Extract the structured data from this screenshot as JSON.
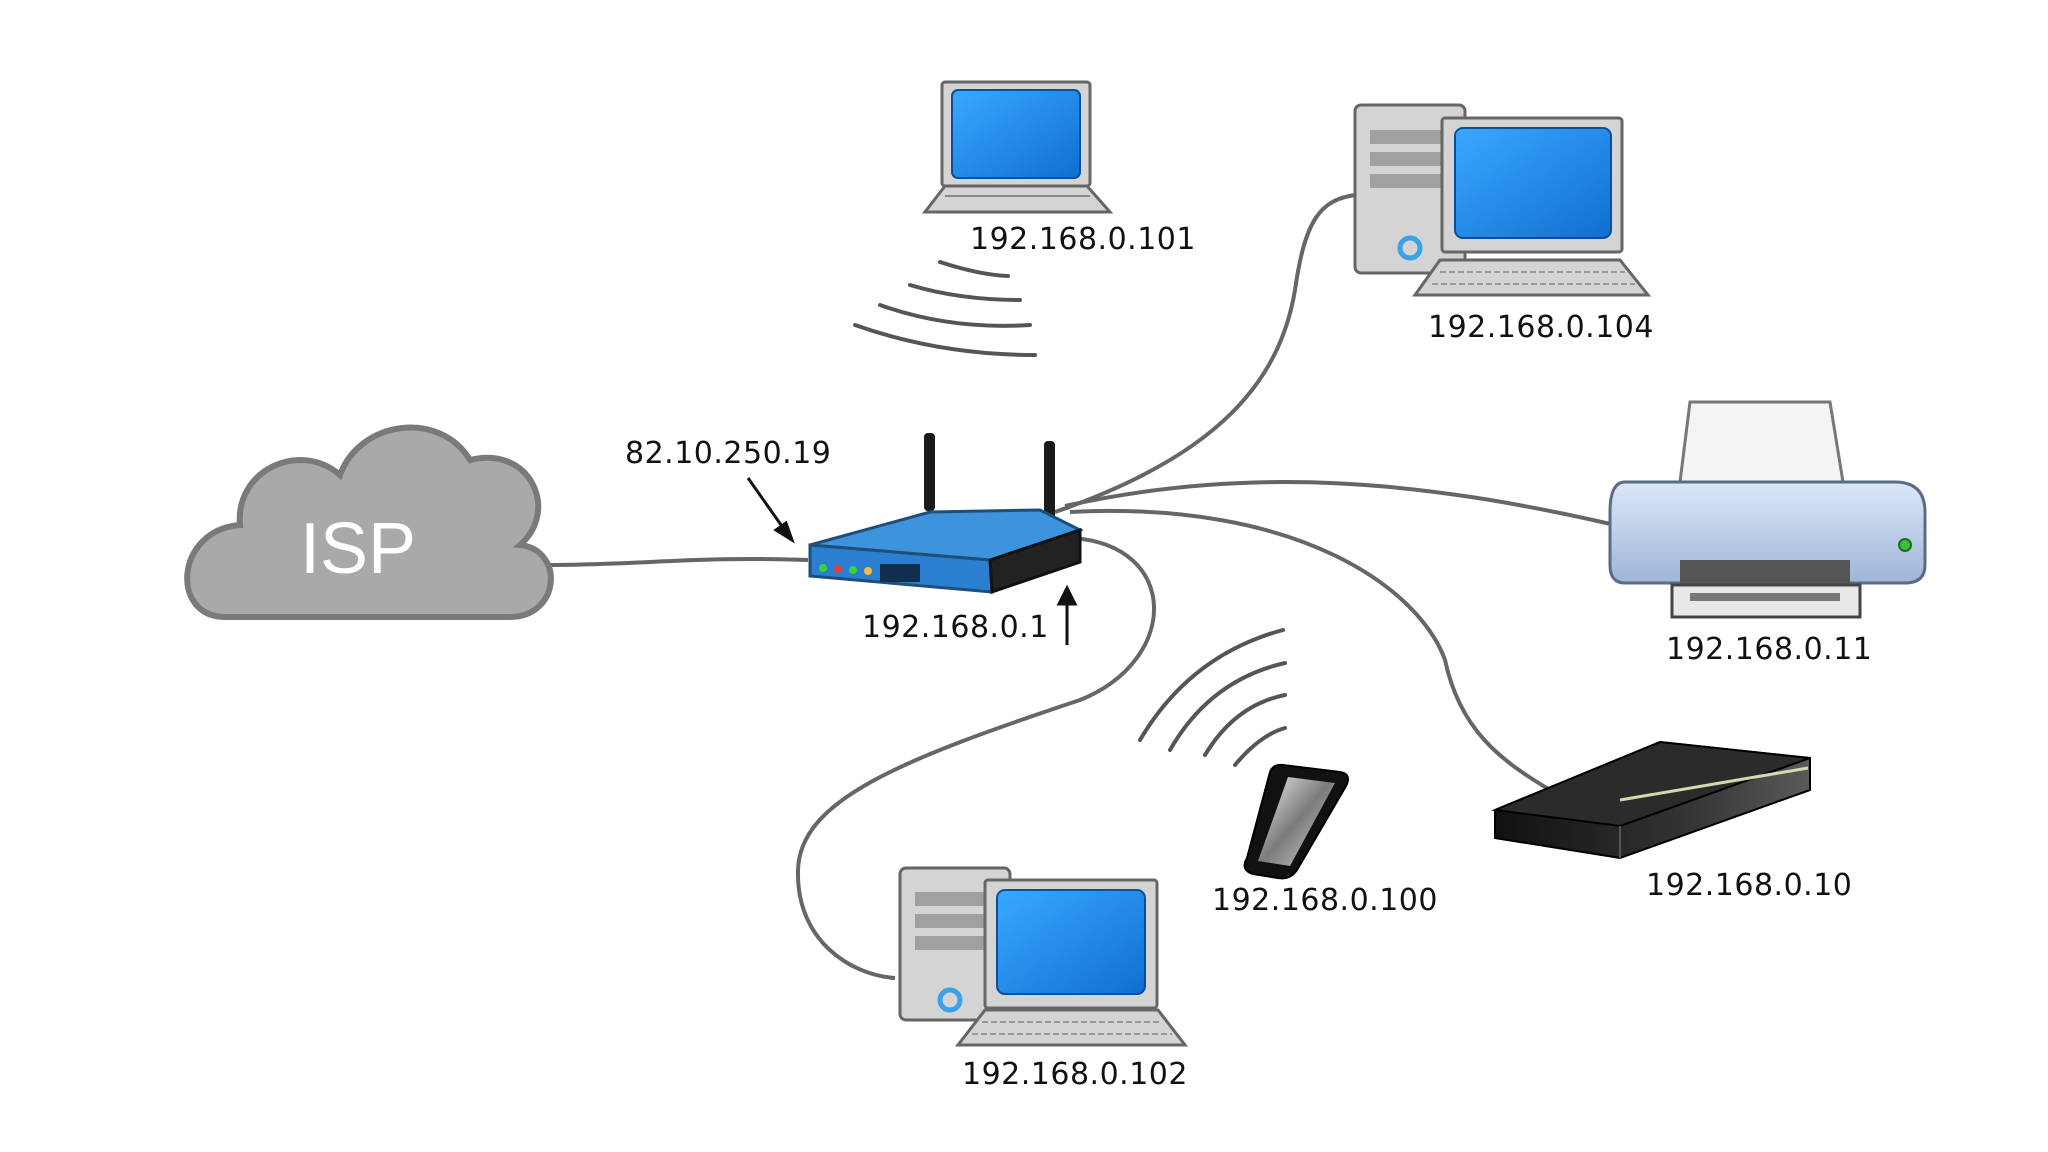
{
  "colors": {
    "background": "#ffffff",
    "cable": "#666666",
    "cloud": "#a9a9a9",
    "cloud_stroke": "#7a7a7a",
    "router_blue": "#3d94dc",
    "screen_blue": "#1a7fe0",
    "device_gray": "#d4d4d4",
    "printer_blue": "#c9daf2",
    "text": "#111111"
  },
  "diagram": {
    "isp": {
      "label": "ISP"
    },
    "router": {
      "public_ip": "82.10.250.19",
      "private_ip": "192.168.0.1"
    },
    "devices": [
      {
        "id": "laptop",
        "icon": "laptop-icon",
        "ip": "192.168.0.101",
        "connection": "wireless"
      },
      {
        "id": "desktop-top",
        "icon": "desktop-computer-icon",
        "ip": "192.168.0.104",
        "connection": "wired"
      },
      {
        "id": "printer",
        "icon": "printer-icon",
        "ip": "192.168.0.11",
        "connection": "wired"
      },
      {
        "id": "console",
        "icon": "game-console-icon",
        "ip": "192.168.0.10",
        "connection": "wired"
      },
      {
        "id": "phone",
        "icon": "smartphone-icon",
        "ip": "192.168.0.100",
        "connection": "wireless"
      },
      {
        "id": "desktop-bottom",
        "icon": "desktop-computer-icon",
        "ip": "192.168.0.102",
        "connection": "wired"
      }
    ]
  }
}
